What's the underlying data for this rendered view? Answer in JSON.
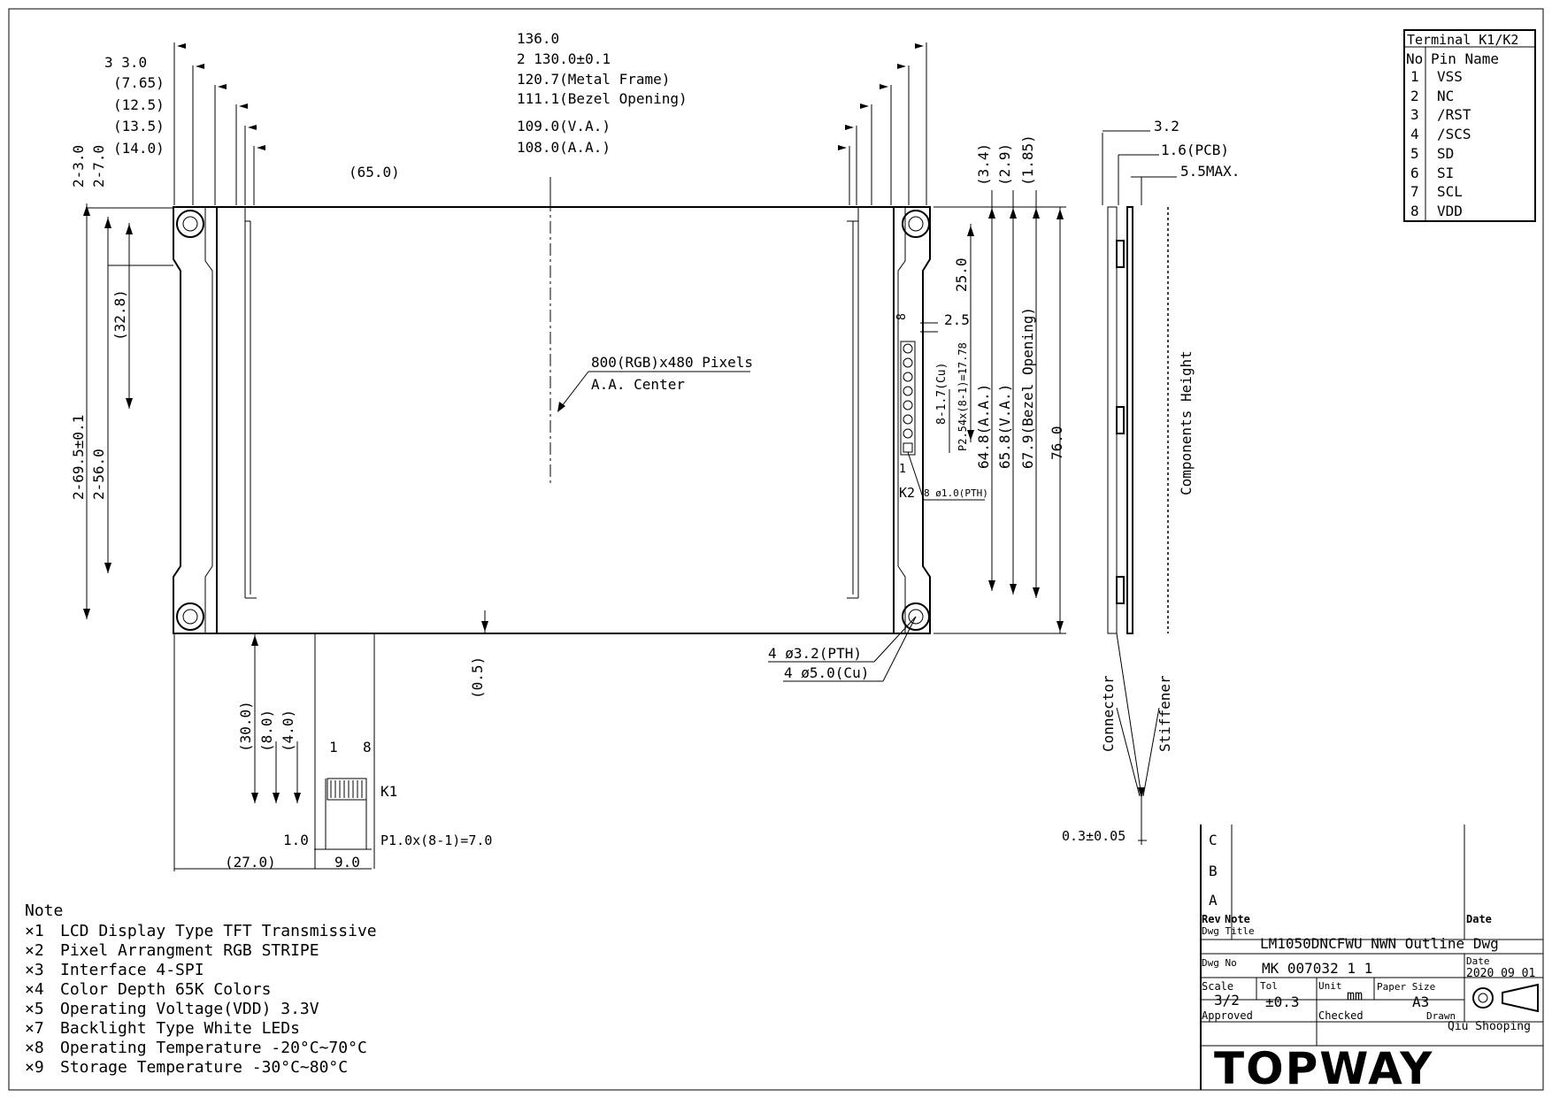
{
  "top_dims": {
    "d136": "136.0",
    "d130": "2  130.0±0.1",
    "d120": "120.7(Metal Frame)",
    "d111": "111.1(Bezel Opening)",
    "d109": "109.0(V.A.)",
    "d108": "108.0(A.A.)",
    "d65": "(65.0)"
  },
  "left_dims": {
    "d3": "3  3.0",
    "d765": "(7.65)",
    "d125": "(12.5)",
    "d135": "(13.5)",
    "d140": "(14.0)",
    "v30": "2-3.0",
    "v70": "2-7.0",
    "v328": "(32.8)",
    "v695": "2-69.5±0.1",
    "v560": "2-56.0"
  },
  "right_dims": {
    "d34": "(3.4)",
    "d29": "(2.9)",
    "d185": "(1.85)",
    "d250": "25.0",
    "d25": "2.5",
    "d8": "8",
    "d8x17": "8-1.7(Cu)",
    "pitch": "P2.54x(8-1)=17.78",
    "aa": "64.8(A.A.)",
    "va": "65.8(V.A.)",
    "bezel": "67.9(Bezel Opening)",
    "d76": "76.0"
  },
  "center": {
    "pixels": "800(RGB)x480 Pixels",
    "aa_center": "A.A. Center"
  },
  "k2": {
    "label": "K2",
    "one": "1",
    "spec": "8  ø1.0(PTH)"
  },
  "holes": {
    "pth": "4  ø3.2(PTH)",
    "cu": "4  ø5.0(Cu)"
  },
  "bottom_dims": {
    "d05": "(0.5)",
    "d300": "(30.0)",
    "d80": "(8.0)",
    "d40": "(4.0)",
    "one": "1",
    "eight": "8",
    "k1": "K1",
    "d10": "1.0",
    "pitch": "P1.0x(8-1)=7.0",
    "d270": "(27.0)",
    "d90": "9.0"
  },
  "side_view": {
    "d32": "3.2",
    "pcb": "1.6(PCB)",
    "max": "5.5MAX.",
    "components": "Components Height",
    "connector": "Connector",
    "stiffener": "Stiffener",
    "d03": "0.3±0.05"
  },
  "terminal_table": {
    "title": "Terminal K1/K2",
    "head_no": "No",
    "head_name": "Pin Name",
    "rows": [
      {
        "no": "1",
        "name": "VSS"
      },
      {
        "no": "2",
        "name": "NC"
      },
      {
        "no": "3",
        "name": "/RST"
      },
      {
        "no": "4",
        "name": "/SCS"
      },
      {
        "no": "5",
        "name": "SD"
      },
      {
        "no": "6",
        "name": "SI"
      },
      {
        "no": "7",
        "name": "SCL"
      },
      {
        "no": "8",
        "name": "VDD"
      }
    ]
  },
  "notes": {
    "title": "Note",
    "items": [
      {
        "mark": "×1",
        "text": "LCD Display Type    TFT Transmissive"
      },
      {
        "mark": "×2",
        "text": "Pixel Arrangment    RGB STRIPE"
      },
      {
        "mark": "×3",
        "text": "Interface   4-SPI"
      },
      {
        "mark": "×4",
        "text": "Color Depth   65K Colors"
      },
      {
        "mark": "×5",
        "text": "Operating Voltage(VDD)   3.3V"
      },
      {
        "mark": "×7",
        "text": "Backlight Type   White LEDs"
      },
      {
        "mark": "×8",
        "text": "Operating Temperature    -20°C~70°C"
      },
      {
        "mark": "×9",
        "text": "Storage Temperature     -30°C~80°C"
      }
    ]
  },
  "title_block": {
    "rev_c": "C",
    "rev_b": "B",
    "rev_a": "A",
    "rev": "Rev",
    "note": "Note",
    "date": "Date",
    "dwg_title_label": "Dwg Title",
    "dwg_title": "LM1050DNCFWU NWN Outline Dwg",
    "dwg_no_label": "Dwg No",
    "dwg_no": "MK 007032 1 1",
    "date_label": "Date",
    "date_val": "2020 09 01",
    "scale_label": "Scale",
    "scale": "3/2",
    "tol_label": "Tol",
    "tol": "±0.3",
    "unit_label": "Unit",
    "unit": "mm",
    "paper_label": "Paper Size",
    "paper": "A3",
    "approved": "Approved",
    "checked": "Checked",
    "drawn_label": "Drawn",
    "drawn": "Qiu Shooping",
    "brand": "TOPWAY"
  }
}
